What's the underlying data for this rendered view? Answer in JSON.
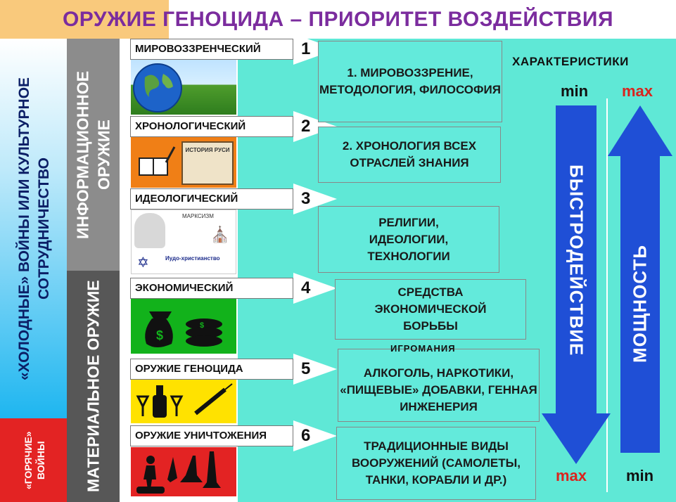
{
  "title": "ОРУЖИЕ ГЕНОЦИДА – ПРИОРИТЕТ ВОЗДЕЙСТВИЯ",
  "left": {
    "cold_war": "«ХОЛОДНЫЕ» ВОЙНЫ ИЛИ КУЛЬТУРНОЕ СОТРУДНИЧЕСТВО",
    "hot_war": "«ГОРЯЧИЕ» ВОЙНЫ",
    "info_weapon": "ИНФОРМАЦИОННОЕ ОРУЖИЕ",
    "material_weapon": "МАТЕРИАЛЬНОЕ ОРУЖИЕ"
  },
  "levels": [
    {
      "label": "МИРОВОЗЗРЕНЧЕСКИЙ",
      "num": "1",
      "desc": "1. МИРОВОЗЗРЕНИЕ, МЕТОДОЛОГИЯ, ФИЛОСОФИЯ"
    },
    {
      "label": "ХРОНОЛОГИЧЕСКИЙ",
      "num": "2",
      "desc": "2. ХРОНОЛОГИЯ ВСЕХ ОТРАСЛЕЙ ЗНАНИЯ"
    },
    {
      "label": "ИДЕОЛОГИЧЕСКИЙ",
      "num": "3",
      "desc": "РЕЛИГИИ, ИДЕОЛОГИИ, ТЕХНОЛОГИИ"
    },
    {
      "label": "ЭКОНОМИЧЕСКИЙ",
      "num": "4",
      "desc": "СРЕДСТВА ЭКОНОМИЧЕСКОЙ БОРЬБЫ"
    },
    {
      "label": "ОРУЖИЕ ГЕНОЦИДА",
      "num": "5",
      "desc": "АЛКОГОЛЬ, НАРКОТИКИ, «ПИЩЕВЫЕ» ДОБАВКИ, ГЕННАЯ ИНЖЕНЕРИЯ"
    },
    {
      "label": "ОРУЖИЕ УНИЧТОЖЕНИЯ",
      "num": "6",
      "desc": "ТРАДИЦИОННЫЕ ВИДЫ ВООРУЖЕНИЙ (САМОЛЕТЫ, ТАНКИ, КОРАБЛИ И ДР.)"
    }
  ],
  "extra_label": "ИГРОМАНИЯ",
  "pictures": {
    "history_book_label": "ИСТОРИЯ РУСИ",
    "marxism_label": "МАРКСИЗМ",
    "judeo_label": "Иудо-христианство"
  },
  "right": {
    "characteristics": "ХАРАКТЕРИСТИКИ",
    "min_top": "min",
    "max_top": "max",
    "max_bottom": "max",
    "min_bottom": "min",
    "speed": "БЫСТРОДЕЙСТВИЕ",
    "power": "МОЩНОСТЬ"
  },
  "colors": {
    "title": "#7b2c9e",
    "teal": "#5fe8d6",
    "arrow_blue": "#1f4fd6",
    "red": "#e32323"
  }
}
